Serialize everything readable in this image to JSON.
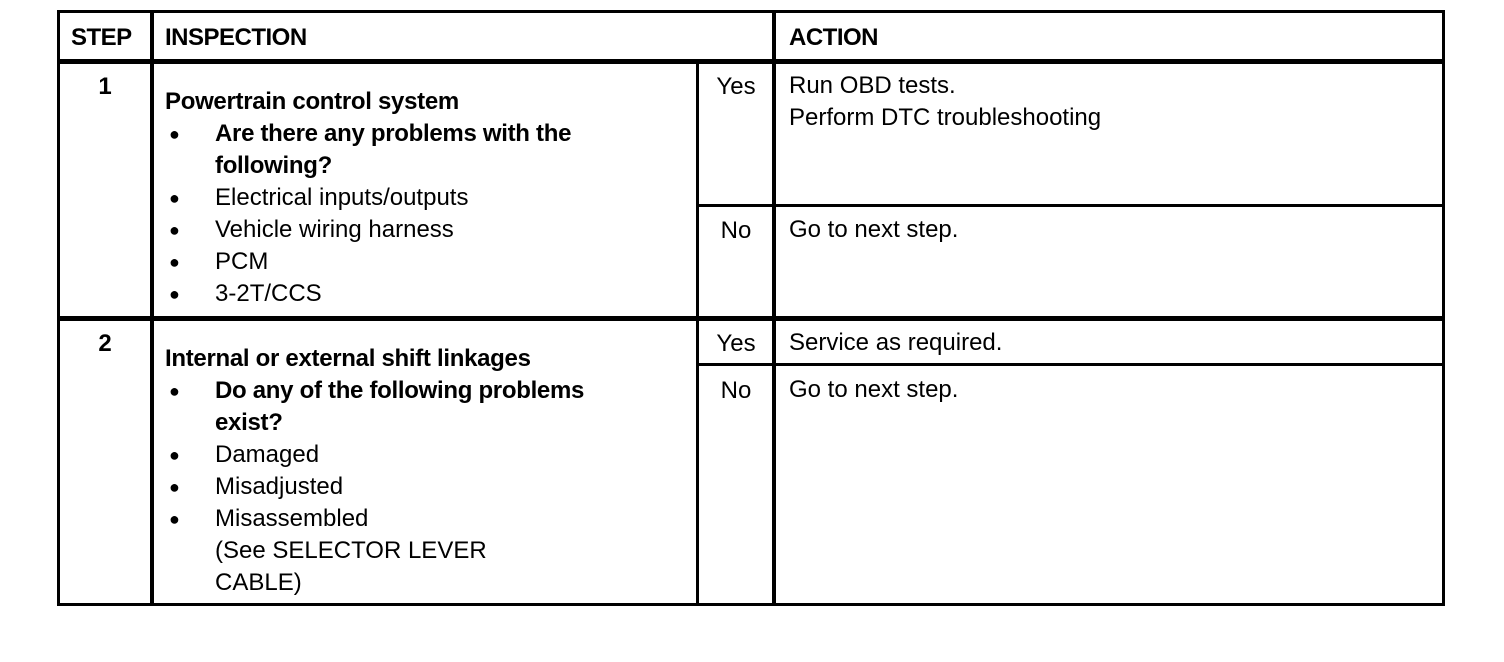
{
  "table": {
    "headers": {
      "step": "STEP",
      "inspection": "INSPECTION",
      "action": "ACTION"
    },
    "rows": [
      {
        "step": "1",
        "title": "Powertrain control system",
        "question": "Are there any problems with the following?",
        "question_lines": [
          "Are there any problems with the",
          "following?"
        ],
        "items": [
          "Electrical inputs/outputs",
          "Vehicle wiring harness",
          "PCM",
          "3-2T/CCS"
        ],
        "yes_label": "Yes",
        "yes_action_lines": [
          "Run OBD tests.",
          "Perform DTC troubleshooting"
        ],
        "no_label": "No",
        "no_action": "Go to next step."
      },
      {
        "step": "2",
        "title": "Internal or external shift linkages",
        "question_lines": [
          "Do any of the following problems",
          "exist?"
        ],
        "items": [
          "Damaged",
          "Misadjusted",
          "Misassembled"
        ],
        "note_lines": [
          "(See SELECTOR LEVER",
          "CABLE)"
        ],
        "yes_label": "Yes",
        "yes_action": "Service as required.",
        "no_label": "No",
        "no_action": "Go to next step."
      }
    ]
  }
}
